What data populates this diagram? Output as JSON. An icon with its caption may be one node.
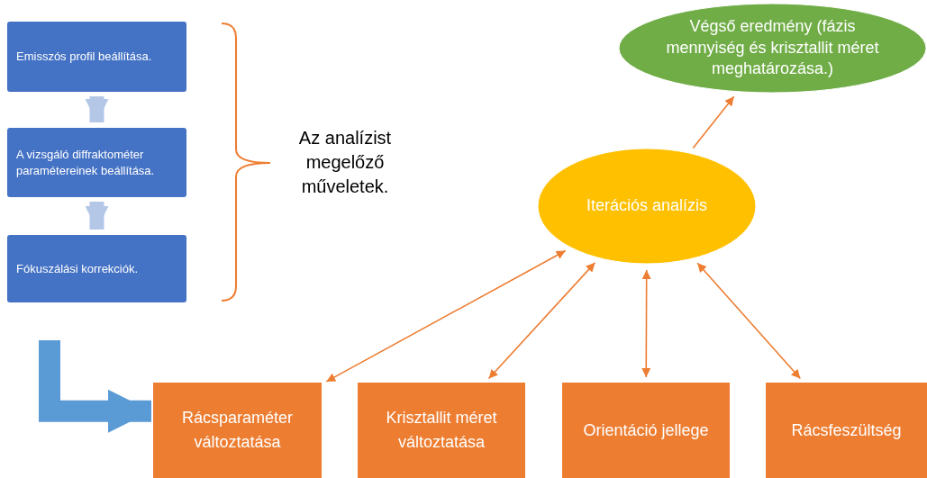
{
  "diagram": {
    "nodes": [
      {
        "text": [
          "Emisszós profil beállítása."
        ]
      },
      {
        "text": [
          "A vizsgáló diffraktométer paramétereinek beállítása."
        ]
      },
      {
        "text": [
          "Fókuszálási korrekciók."
        ]
      },
      {
        "text": [
          "Végső eredmény (fázis mennyiség és krisztallit méret meghatározása.)"
        ]
      },
      {
        "text": [
          "Iterációs analízis"
        ]
      },
      {
        "text": [
          "Rácsparaméter változtatása"
        ]
      },
      {
        "text": [
          "Krisztallit méret változtatása"
        ]
      },
      {
        "text": [
          "Orientáció jellege"
        ]
      },
      {
        "text": [
          "Rácsfeszültség"
        ]
      }
    ],
    "edges": [
      {
        "from": 0,
        "to": 1,
        "arrow": "to",
        "style": "thick",
        "color": "#b4c7e7"
      },
      {
        "from": 1,
        "to": 2,
        "arrow": "to",
        "style": "thick",
        "color": "#b4c7e7"
      },
      {
        "from": 4,
        "to": 3,
        "arrow": "to"
      },
      {
        "from": 4,
        "to": 5,
        "arrow": "both"
      },
      {
        "from": 4,
        "to": 6,
        "arrow": "both"
      },
      {
        "from": 4,
        "to": 7,
        "arrow": "both"
      },
      {
        "from": 4,
        "to": 8,
        "arrow": "both"
      },
      {
        "from": null,
        "to": 5,
        "arrow": "to",
        "style": "thick",
        "color": "#5b9bd5"
      }
    ],
    "labels": [
      "Az analízist megelőző műveletek."
    ]
  }
}
